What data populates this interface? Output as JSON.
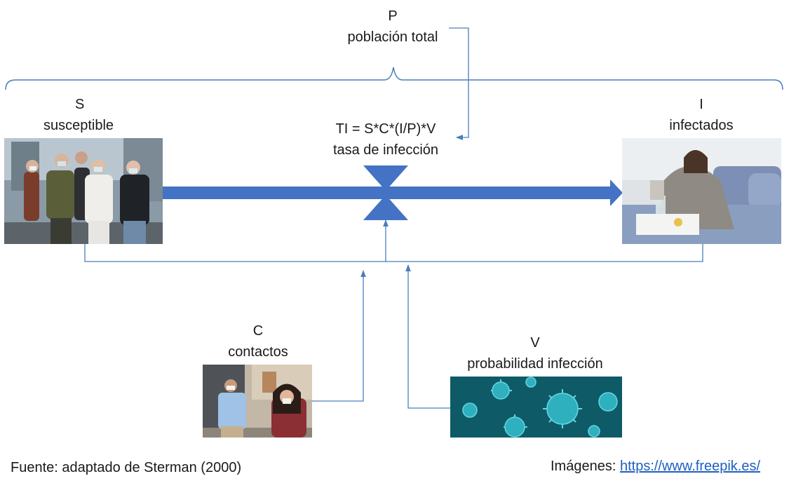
{
  "population": {
    "symbol": "P",
    "name": "población total"
  },
  "stocks": {
    "susceptible": {
      "symbol": "S",
      "name": "susceptible"
    },
    "infected": {
      "symbol": "I",
      "name": "infectados"
    }
  },
  "flow": {
    "equation": "TI = S*C*(I/P)*V",
    "name": "tasa de infección"
  },
  "contacts": {
    "symbol": "C",
    "name": "contactos"
  },
  "probability": {
    "symbol": "V",
    "name": "probabilidad infección"
  },
  "footer": {
    "source": "Fuente: adaptado de Sterman (2000)",
    "images_label": "Imágenes:",
    "images_link": "https://www.freepik.es/"
  },
  "colors": {
    "flow": "#4472c4",
    "connector": "#4a7ebb"
  }
}
